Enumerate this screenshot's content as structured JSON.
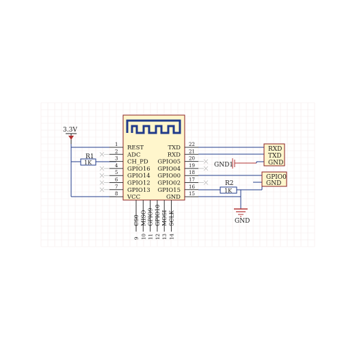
{
  "supply": {
    "label": "3.3V"
  },
  "module": {
    "left_pins": [
      {
        "num": "1",
        "name": "REST"
      },
      {
        "num": "2",
        "name": "ADC"
      },
      {
        "num": "3",
        "name": "CH_PD"
      },
      {
        "num": "4",
        "name": "GPIO16"
      },
      {
        "num": "5",
        "name": "GPIO14"
      },
      {
        "num": "6",
        "name": "GPIO12"
      },
      {
        "num": "7",
        "name": "GPIO13"
      },
      {
        "num": "8",
        "name": "VCC"
      }
    ],
    "right_pins": [
      {
        "num": "22",
        "name": "TXD"
      },
      {
        "num": "21",
        "name": "RXD"
      },
      {
        "num": "20",
        "name": "GPIO05"
      },
      {
        "num": "19",
        "name": "GPIO04"
      },
      {
        "num": "18",
        "name": "GPIO00"
      },
      {
        "num": "17",
        "name": "GPIO02"
      },
      {
        "num": "16",
        "name": "GPIO15"
      },
      {
        "num": "15",
        "name": "GND"
      }
    ],
    "bottom_pins": [
      {
        "num": "9",
        "name": "CS0"
      },
      {
        "num": "10",
        "name": "MISO"
      },
      {
        "num": "11",
        "name": "GPIO9"
      },
      {
        "num": "12",
        "name": "GPIO10"
      },
      {
        "num": "13",
        "name": "MOSI"
      },
      {
        "num": "14",
        "name": "SCLK"
      }
    ],
    "outer_pin_numbers": [
      "22",
      "21",
      "20",
      "9",
      "8",
      "7",
      "6",
      "5"
    ]
  },
  "resistors": {
    "r1": {
      "ref": "R1",
      "value": "1K"
    },
    "r2": {
      "ref": "R2",
      "value": "1K"
    }
  },
  "serial_connector": {
    "pins": [
      "RXD",
      "TXD",
      "GND"
    ]
  },
  "boot_connector": {
    "pins": [
      "GPIO0",
      "GND"
    ]
  },
  "gnd_labels": {
    "ground_symbol": "GND",
    "gnd1": "GND1"
  },
  "colors": {
    "wire": "#1f3a8a",
    "chip_fill": "#fff6cc",
    "chip_border": "#8a1f1f"
  }
}
